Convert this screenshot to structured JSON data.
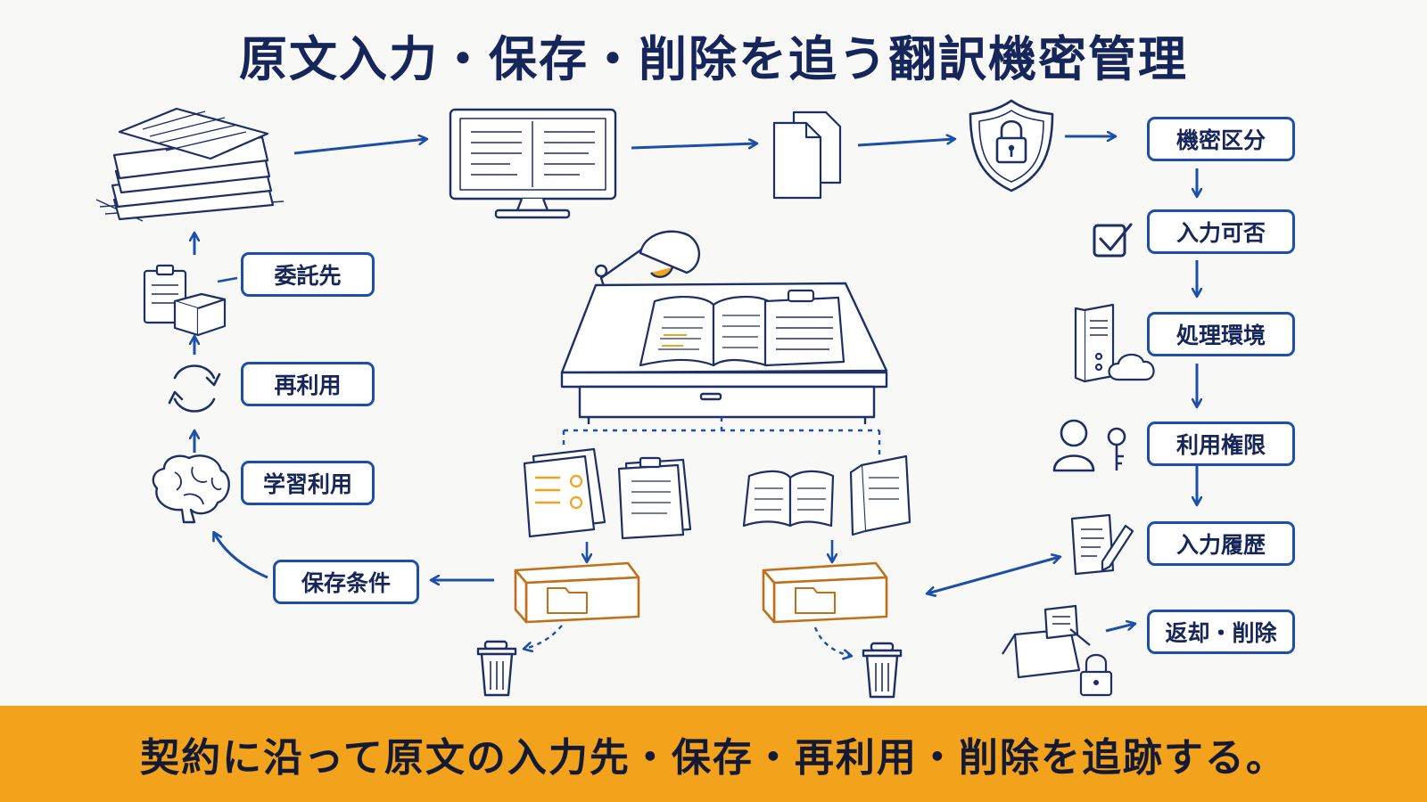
{
  "title": "原文入力・保存・削除を追う翻訳機密管理",
  "labels": {
    "itaku": "委託先",
    "sairiyou": "再利用",
    "gakushuu": "学習利用",
    "hozon_jouken": "保存条件",
    "kimitsu_kubun": "機密区分",
    "nyuuryoku_kahi": "入力可否",
    "shori_kankyou": "処理環境",
    "riyou_kengen": "利用権限",
    "nyuuryoku_rireki": "入力履歴",
    "henkyaku_sakujo": "返却・削除"
  },
  "footer": "契約に沿って原文の入力先・保存・再利用・削除を追跡する。",
  "colors": {
    "ink": "#17265a",
    "accent_blue": "#1d4fa8",
    "orange": "#f3a21c",
    "box_orange": "#c0701a"
  },
  "icons": [
    "document-stack-icon",
    "monitor-icon",
    "documents-icon",
    "shield-lock-icon",
    "checkbox-icon",
    "server-cloud-icon",
    "user-key-icon",
    "notepad-pen-icon",
    "lockbox-icon",
    "clipboard-box-icon",
    "recycle-icon",
    "brain-icon",
    "desk-lamp-icon",
    "trash-icon"
  ]
}
